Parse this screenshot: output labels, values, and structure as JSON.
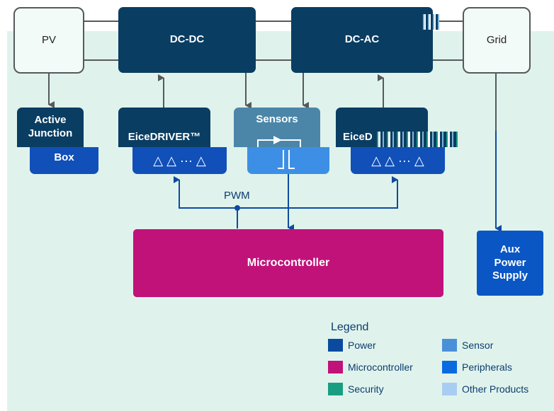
{
  "blocks": {
    "pv": "PV",
    "dcdc": "DC-DC",
    "dcac": "DC-AC",
    "grid": "Grid",
    "ajb_line1": "Active",
    "ajb_line2": "Junction",
    "ajb_line3": "Box",
    "eicedriver_left": "EiceDRIVER™",
    "eicedriver_right": "EiceD",
    "sensors": "Sensors",
    "microcontroller": "Microcontroller",
    "aux_line1": "Aux",
    "aux_line2": "Power",
    "aux_line3": "Supply",
    "pwm": "PWM",
    "switch_symbols": "△ △ ··· △"
  },
  "legend": {
    "title": "Legend",
    "items": [
      {
        "label": "Power",
        "color": "#0a4aa0"
      },
      {
        "label": "Microcontroller",
        "color": "#c1127a"
      },
      {
        "label": "Security",
        "color": "#1a9e82"
      },
      {
        "label": "Sensor",
        "color": "#4a90d9"
      },
      {
        "label": "Peripherals",
        "color": "#0a6be0"
      },
      {
        "label": "Other Products",
        "color": "#a9cdf2"
      }
    ]
  },
  "colors": {
    "background": "#dff3ec",
    "wire_gray": "#56595c",
    "wire_blue": "#0e4aa0"
  }
}
